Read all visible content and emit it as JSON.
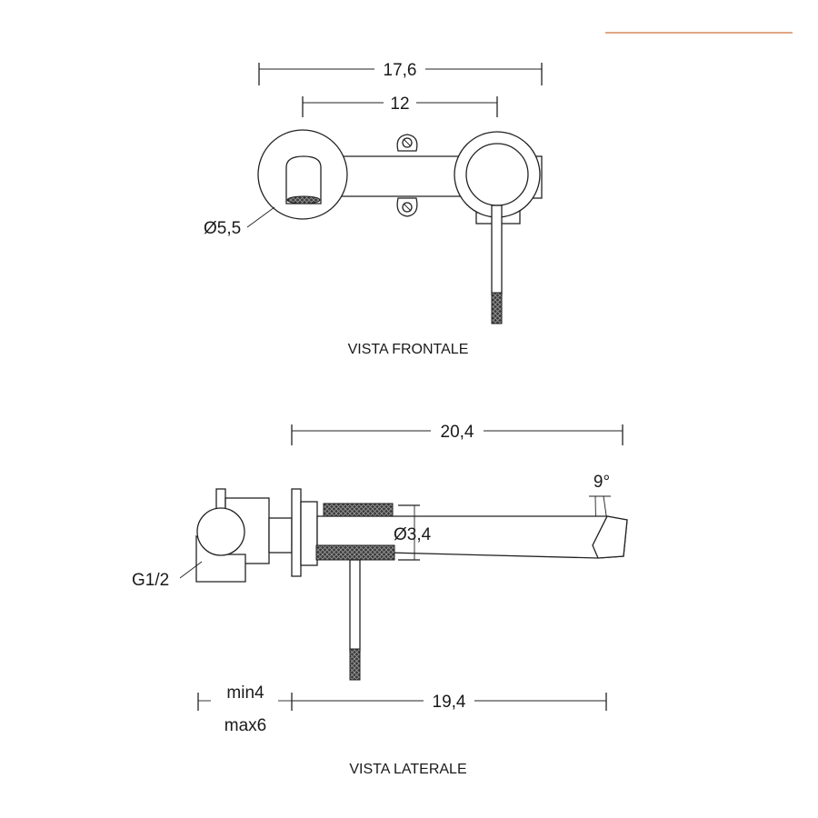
{
  "accent_color": "#d8895c",
  "front_view": {
    "caption": "VISTA FRONTALE",
    "dim_overall_width": "17,6",
    "dim_center_distance": "12",
    "dim_diameter": "Ø5,5"
  },
  "side_view": {
    "caption": "VISTA LATERALE",
    "dim_total_length": "20,4",
    "dim_angle": "9°",
    "dim_spout_diameter": "Ø3,4",
    "dim_thread": "G1/2",
    "dim_wall_min": "min4",
    "dim_wall_max": "max6",
    "dim_projection": "19,4"
  }
}
